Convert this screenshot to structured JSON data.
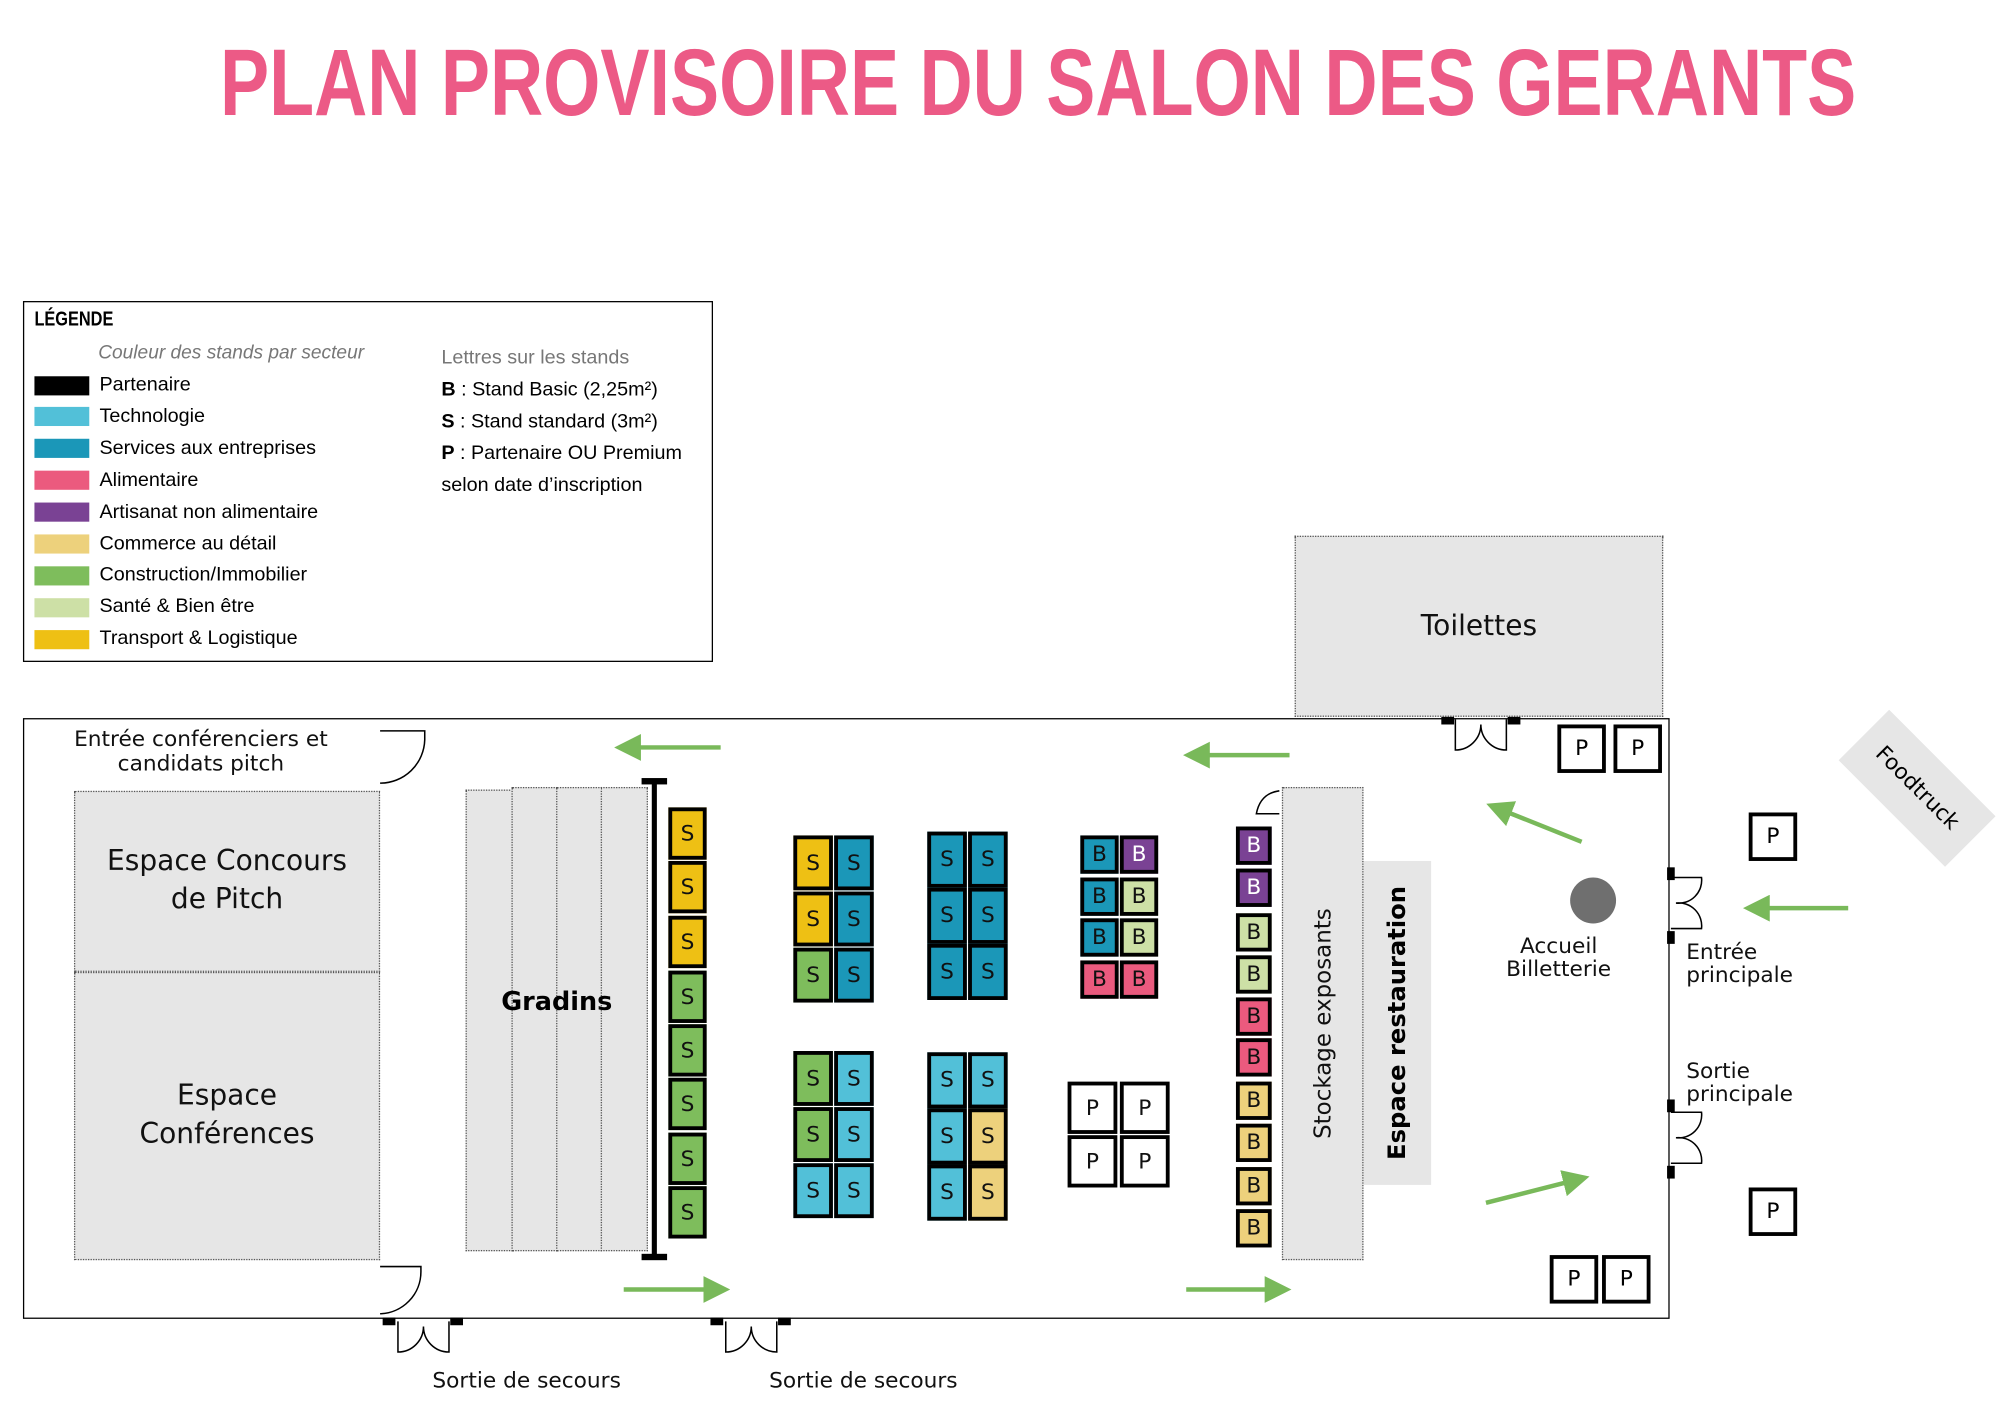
{
  "title": "PLAN PROVISOIRE DU SALON DES GERANTS",
  "legend": {
    "heading": "LÉGENDE",
    "colors_subtitle": "Couleur des stands par secteur",
    "sectors": [
      {
        "id": "partenaire",
        "label": "Partenaire",
        "color": "#000000"
      },
      {
        "id": "technologie",
        "label": "Technologie",
        "color": "#52c0d8"
      },
      {
        "id": "services",
        "label": "Services aux entreprises",
        "color": "#1b97b8"
      },
      {
        "id": "alimentaire",
        "label": "Alimentaire",
        "color": "#eb5a7e"
      },
      {
        "id": "artisanat",
        "label": "Artisanat non alimentaire",
        "color": "#7a4294"
      },
      {
        "id": "commerce",
        "label": "Commerce au détail",
        "color": "#edd17c"
      },
      {
        "id": "construction",
        "label": "Construction/Immobilier",
        "color": "#7ebd5c"
      },
      {
        "id": "sante",
        "label": "Santé & Bien être",
        "color": "#cde0a6"
      },
      {
        "id": "transport",
        "label": "Transport & Logistique",
        "color": "#eec014"
      }
    ],
    "letters_subtitle": "Lettres sur les stands",
    "letters": [
      {
        "key": "B",
        "desc": " : Stand Basic (2,25m²)"
      },
      {
        "key": "S",
        "desc": " : Stand standard (3m²)"
      },
      {
        "key": "P",
        "desc": " : Partenaire OU Premium"
      }
    ],
    "letters_note": "selon date d’inscription"
  },
  "areas": {
    "toilettes": "Toilettes",
    "concours": "Espace Concours de Pitch",
    "conferences": "Espace Conférences",
    "gradins": "Gradins",
    "stockage": "Stockage exposants",
    "restauration": "Espace restauration",
    "foodtruck": "Foodtruck",
    "accueil": "Accueil Billetterie"
  },
  "labels": {
    "entree_conf": "Entrée conférenciers et candidats pitch",
    "entree_principale": "Entrée principale",
    "sortie_principale": "Sortie principale",
    "sortie_secours_1": "Sortie de secours",
    "sortie_secours_2": "Sortie de secours"
  },
  "stand_groups": {
    "s_column": [
      [
        "S",
        "transport"
      ],
      [
        "S",
        "transport"
      ],
      [
        "S",
        "transport"
      ],
      [
        "S",
        "construction"
      ],
      [
        "S",
        "construction"
      ],
      [
        "S",
        "construction"
      ],
      [
        "S",
        "construction"
      ],
      [
        "S",
        "construction"
      ]
    ],
    "group_a_upper": [
      [
        "S",
        "transport"
      ],
      [
        "S",
        "services"
      ],
      [
        "S",
        "transport"
      ],
      [
        "S",
        "services"
      ],
      [
        "S",
        "construction"
      ],
      [
        "S",
        "services"
      ]
    ],
    "group_a_lower": [
      [
        "S",
        "construction"
      ],
      [
        "S",
        "technologie"
      ],
      [
        "S",
        "construction"
      ],
      [
        "S",
        "technologie"
      ],
      [
        "S",
        "technologie"
      ],
      [
        "S",
        "technologie"
      ]
    ],
    "group_b_upper": [
      [
        "S",
        "services"
      ],
      [
        "S",
        "services"
      ],
      [
        "S",
        "services"
      ],
      [
        "S",
        "services"
      ],
      [
        "S",
        "services"
      ],
      [
        "S",
        "services"
      ]
    ],
    "group_b_lower": [
      [
        "S",
        "technologie"
      ],
      [
        "S",
        "technologie"
      ],
      [
        "S",
        "technologie"
      ],
      [
        "S",
        "commerce"
      ],
      [
        "S",
        "technologie"
      ],
      [
        "S",
        "commerce"
      ]
    ],
    "group_c": [
      [
        "B",
        "services"
      ],
      [
        "B",
        "artisanat"
      ],
      [
        "B",
        "services"
      ],
      [
        "B",
        "sante"
      ],
      [
        "B",
        "services"
      ],
      [
        "B",
        "sante"
      ],
      [
        "B",
        "alimentaire"
      ],
      [
        "B",
        "alimentaire"
      ]
    ],
    "group_p": [
      [
        "P",
        "none"
      ],
      [
        "P",
        "none"
      ],
      [
        "P",
        "none"
      ],
      [
        "P",
        "none"
      ]
    ],
    "b_column": [
      [
        "B",
        "artisanat"
      ],
      [
        "B",
        "artisanat"
      ],
      [
        "B",
        "sante"
      ],
      [
        "B",
        "sante"
      ],
      [
        "B",
        "alimentaire"
      ],
      [
        "B",
        "alimentaire"
      ],
      [
        "B",
        "commerce"
      ],
      [
        "B",
        "commerce"
      ],
      [
        "B",
        "commerce"
      ],
      [
        "B",
        "commerce"
      ]
    ],
    "outer_p": [
      [
        "P",
        "none"
      ],
      [
        "P",
        "none"
      ],
      [
        "P",
        "none"
      ],
      [
        "P",
        "none"
      ],
      [
        "P",
        "none"
      ],
      [
        "P",
        "none"
      ]
    ]
  },
  "arrow_color": "#79b95a"
}
